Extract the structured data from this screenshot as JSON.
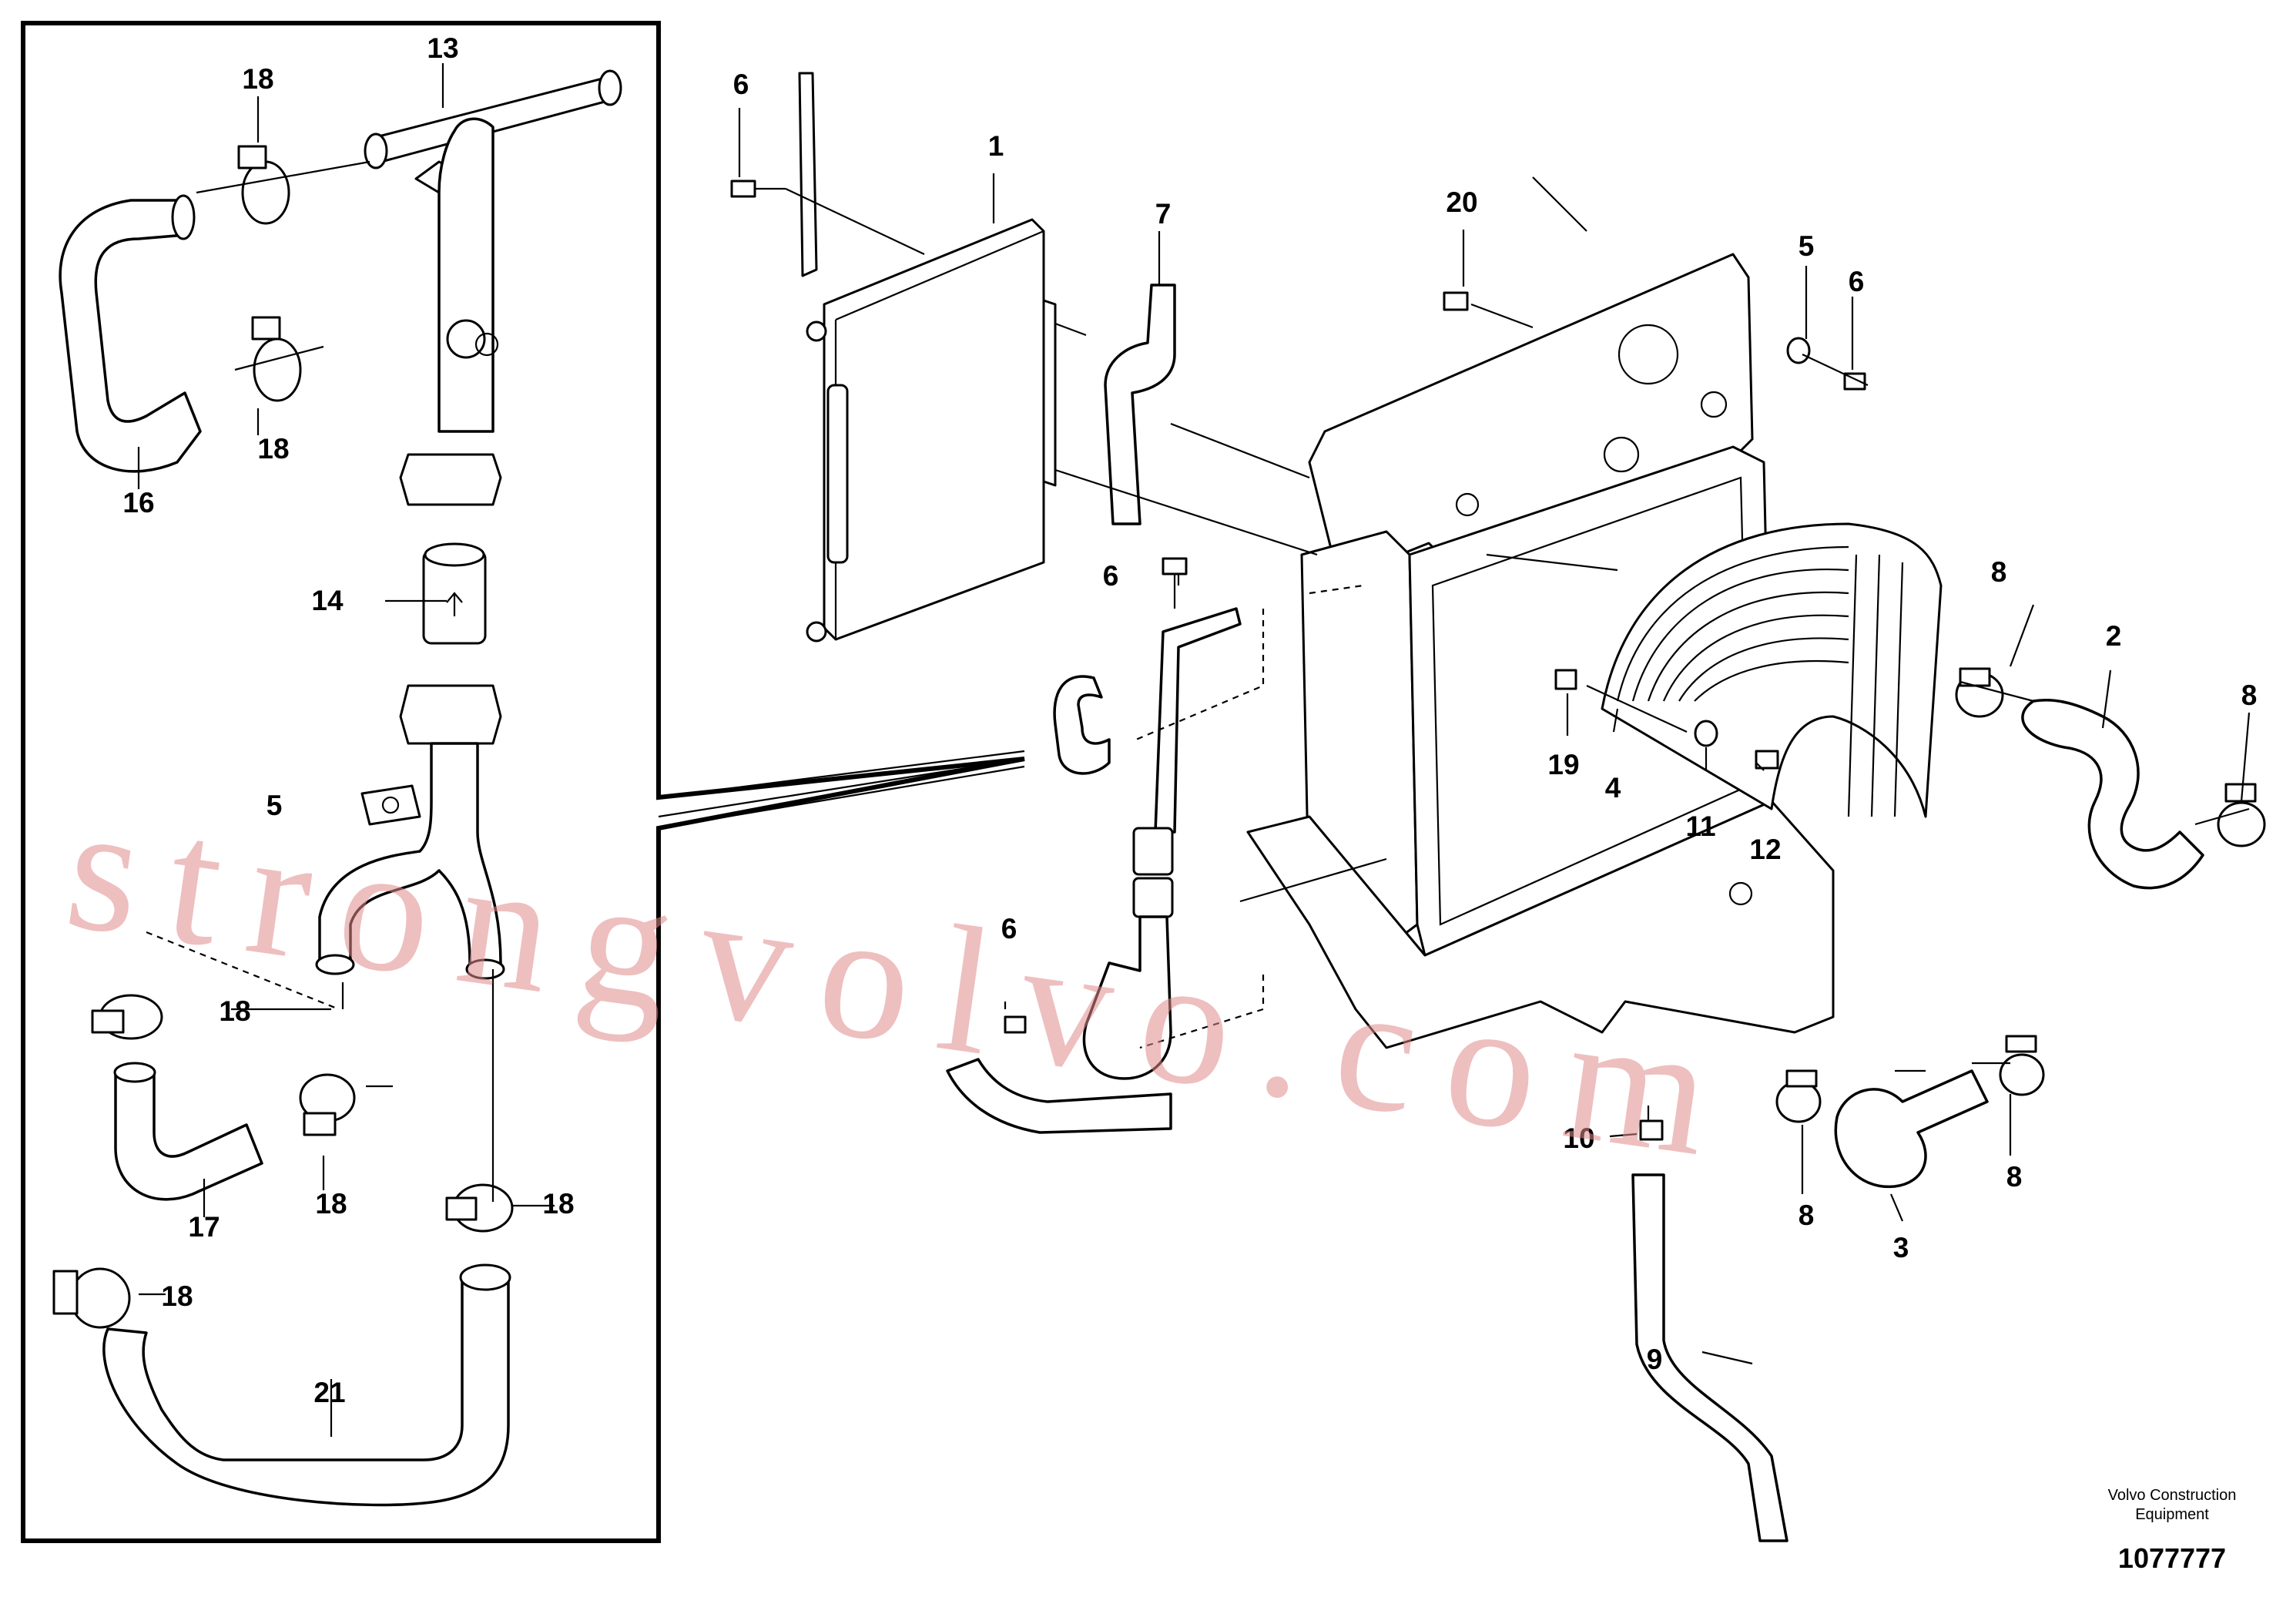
{
  "callouts": [
    {
      "id": "1",
      "label": "1"
    },
    {
      "id": "2",
      "label": "2"
    },
    {
      "id": "3",
      "label": "3"
    },
    {
      "id": "4",
      "label": "4"
    },
    {
      "id": "5a",
      "label": "5"
    },
    {
      "id": "5b",
      "label": "5"
    },
    {
      "id": "6a",
      "label": "6"
    },
    {
      "id": "6b",
      "label": "6"
    },
    {
      "id": "6c",
      "label": "6"
    },
    {
      "id": "6d",
      "label": "6"
    },
    {
      "id": "7",
      "label": "7"
    },
    {
      "id": "8a",
      "label": "8"
    },
    {
      "id": "8b",
      "label": "8"
    },
    {
      "id": "8c",
      "label": "8"
    },
    {
      "id": "8d",
      "label": "8"
    },
    {
      "id": "9",
      "label": "9"
    },
    {
      "id": "10",
      "label": "10"
    },
    {
      "id": "11",
      "label": "11"
    },
    {
      "id": "12",
      "label": "12"
    },
    {
      "id": "13",
      "label": "13"
    },
    {
      "id": "14",
      "label": "14"
    },
    {
      "id": "16",
      "label": "16"
    },
    {
      "id": "17",
      "label": "17"
    },
    {
      "id": "18a",
      "label": "18"
    },
    {
      "id": "18b",
      "label": "18"
    },
    {
      "id": "18c",
      "label": "18"
    },
    {
      "id": "18d",
      "label": "18"
    },
    {
      "id": "18e",
      "label": "18"
    },
    {
      "id": "18f",
      "label": "18"
    },
    {
      "id": "19",
      "label": "19"
    },
    {
      "id": "20",
      "label": "20"
    },
    {
      "id": "21",
      "label": "21"
    }
  ],
  "publisher": {
    "line1": "Volvo Construction",
    "line2": "Equipment"
  },
  "drawing_number": "1077777",
  "watermark": "strongvolvo.com"
}
